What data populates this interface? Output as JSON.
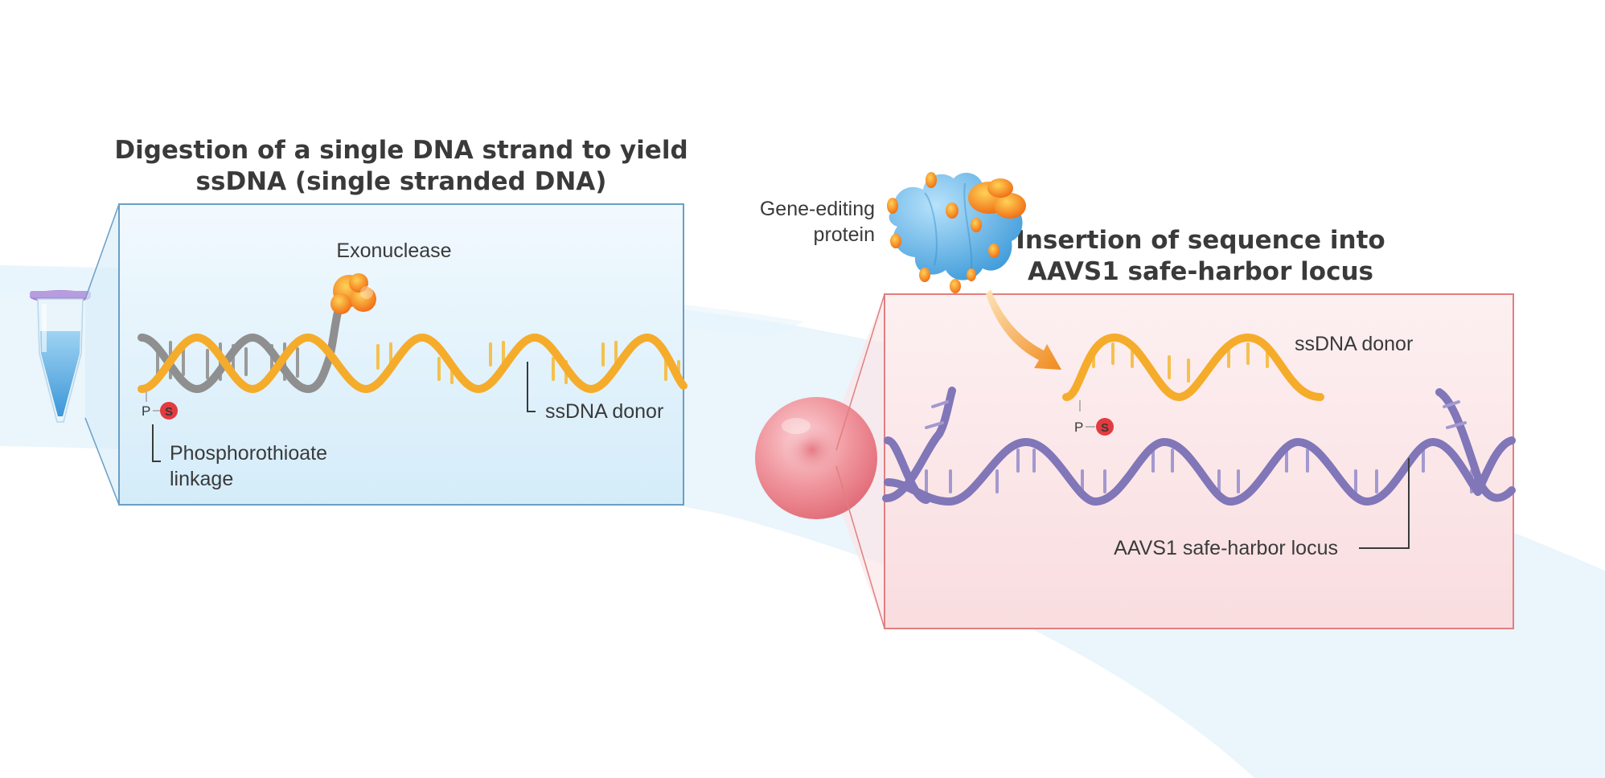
{
  "left_panel": {
    "title_line1": "Digestion of a single DNA strand to yield",
    "title_line2": "ssDNA (single stranded DNA)",
    "exonuclease_label": "Exonuclease",
    "donor_label": "ssDNA donor",
    "linkage_line1": "Phosphorothioate",
    "linkage_line2": "linkage",
    "p_glyph": "P",
    "s_glyph": "S"
  },
  "right_panel": {
    "protein_line1": "Gene-editing",
    "protein_line2": "protein",
    "title_line1": "Insertion of sequence into",
    "title_line2": "AAVS1 safe-harbor locus",
    "donor_label": "ssDNA donor",
    "locus_label": "AAVS1 safe-harbor locus",
    "p_glyph": "P",
    "s_glyph": "S"
  },
  "colors": {
    "left_panel_border": "#6a9fc4",
    "right_panel_border": "#e07f80",
    "ssdna": "#f5ac2b",
    "complement_strand": "#8f8f8f",
    "locus_dna": "#8076b8",
    "exonuclease": "#f07a1e",
    "protein": "#5fb4e6",
    "cell": "#ea7d86",
    "arrow": "#f08a1c",
    "s_badge": "#e23b40"
  }
}
